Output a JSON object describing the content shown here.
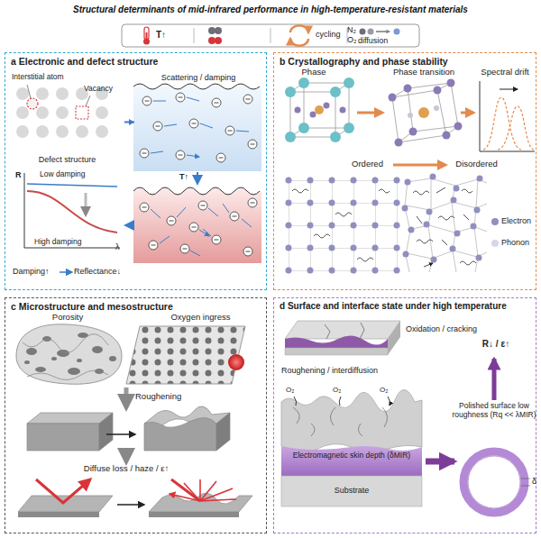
{
  "diagram": {
    "title": "Structural determinants of mid-infrared performance in high-temperature-resistant materials",
    "nodes": [
      {
        "text": [
          "T↑",
          "N₂",
          "O₂",
          "cycling",
          "diffusion"
        ]
      },
      {
        "text": [
          "a Electronic and defect structure"
        ]
      },
      {
        "text": [
          "Interstitial atom",
          "Vacancy",
          "Defect structure"
        ],
        "in": 1
      },
      {
        "text": [
          "Scattering / damping"
        ],
        "in": 1
      },
      {
        "text": [
          "R",
          "Low damping",
          "High damping",
          "λ"
        ],
        "in": 1
      },
      {
        "text": [
          "b Crystallography and phase stability"
        ]
      },
      {
        "text": [
          "c Microstructure and mesostructure"
        ]
      },
      {
        "text": [
          "d Surface and interface state under high temperature"
        ]
      }
    ],
    "edges": [
      {
        "from": 2,
        "to": 3,
        "arrow": "to"
      }
    ],
    "labels": [
      "T↑",
      "Damping↑",
      "Reflectance↓",
      "Phase",
      "Phase transition",
      "Spectral drift",
      "Ordered",
      "Disordered",
      "Porosity",
      "Oxygen ingress",
      "Roughening",
      "Diffuse loss / haze / ε↑",
      "Oxidation / cracking",
      "Roughening / interdiffusion",
      "O₂",
      "O₂",
      "O₂",
      "Electromagnetic skin depth (δMIR)",
      "Substrate",
      "R↓ / ε↑",
      "Polished surface low roughness (Rq << λMIR)",
      "δ"
    ],
    "legend": [
      {
        "text": "Electron",
        "color": "#8f8fc0"
      },
      {
        "text": "Phonon",
        "color": "#d6d6e6"
      }
    ]
  }
}
